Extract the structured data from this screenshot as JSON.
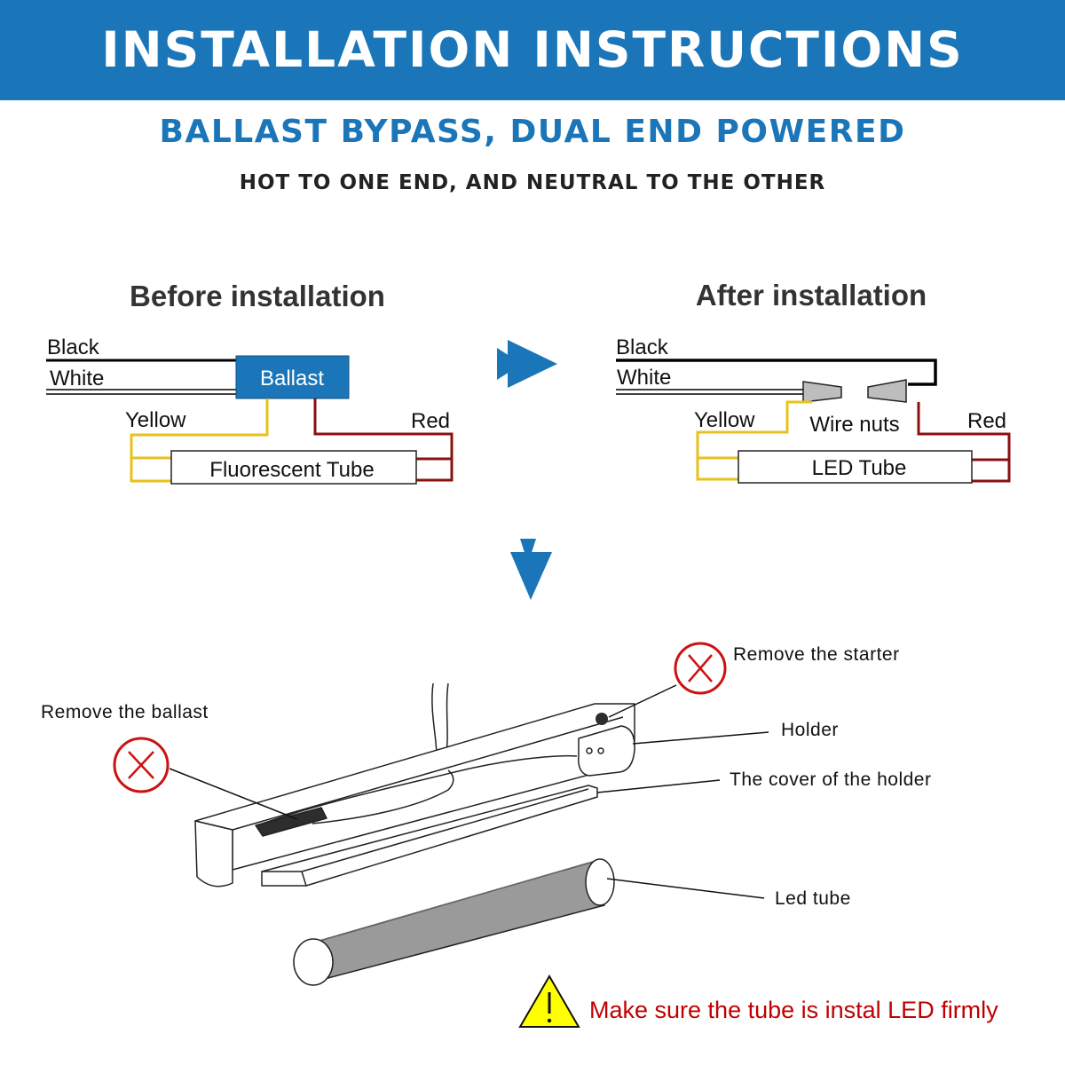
{
  "header": {
    "title": "INSTALLATION INSTRUCTIONS",
    "subtitle": "BALLAST BYPASS, DUAL END POWERED",
    "note": "HOT TO ONE END, AND NEUTRAL TO THE OTHER"
  },
  "before": {
    "heading": "Before installation",
    "black": "Black",
    "white": "White",
    "ballast": "Ballast",
    "yellow": "Yellow",
    "red": "Red",
    "tube": "Fluorescent Tube"
  },
  "after": {
    "heading": "After installation",
    "black": "Black",
    "white": "White",
    "yellow": "Yellow",
    "wire_nuts": "Wire nuts",
    "red": "Red",
    "tube": "LED Tube"
  },
  "fixture": {
    "remove_ballast": "Remove the ballast",
    "remove_starter": "Remove the starter",
    "holder": "Holder",
    "holder_cover": "The cover of the holder",
    "led_tube": "Led tube",
    "warning": "Make sure the tube is instal LED firmly"
  },
  "colors": {
    "brand_blue": "#1a76b8",
    "wire_yellow": "#e8c21a",
    "wire_red": "#8c1010",
    "warning_red": "#c00000",
    "warning_yellow": "#ffff00"
  }
}
